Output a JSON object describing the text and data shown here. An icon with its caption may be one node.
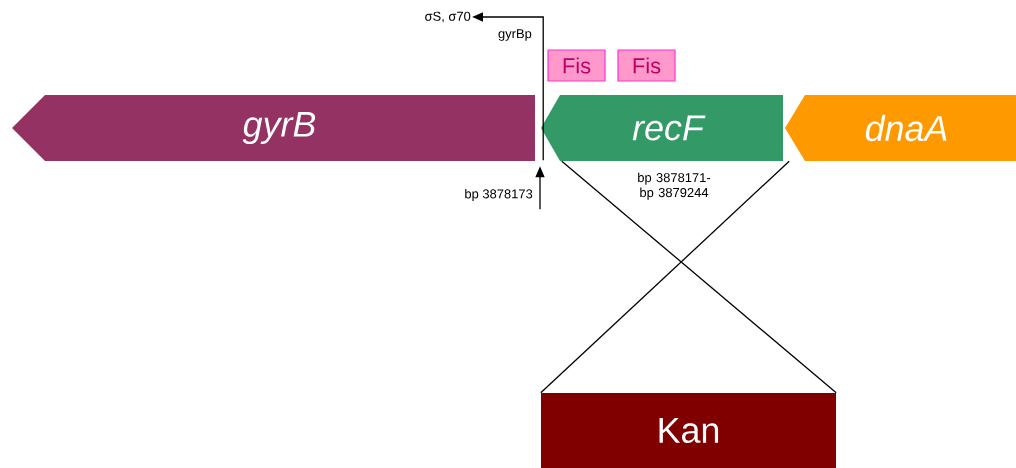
{
  "diagram": {
    "nodes": [
      {
        "text": [
          "σS, σ70"
        ]
      },
      {
        "text": [
          "Fis"
        ]
      },
      {
        "text": [
          "Fis"
        ]
      },
      {
        "text": [
          "gyrB"
        ]
      },
      {
        "text": [
          "recF"
        ],
        "beside": [
          "bp 3878171- bp 3879244"
        ]
      },
      {
        "text": [
          "dnaA"
        ]
      },
      {
        "text": [
          "bp 3878173"
        ]
      },
      {
        "text": [
          "Kan"
        ]
      }
    ],
    "edges": [
      {
        "from": 3,
        "to": 0,
        "arrow": "to",
        "label": "gyrBp"
      },
      {
        "from": 6,
        "to": null,
        "arrow": "to"
      },
      {
        "from": 4,
        "to": 7,
        "arrow": "none"
      },
      {
        "from": 4,
        "to": 7,
        "arrow": "none"
      }
    ]
  }
}
